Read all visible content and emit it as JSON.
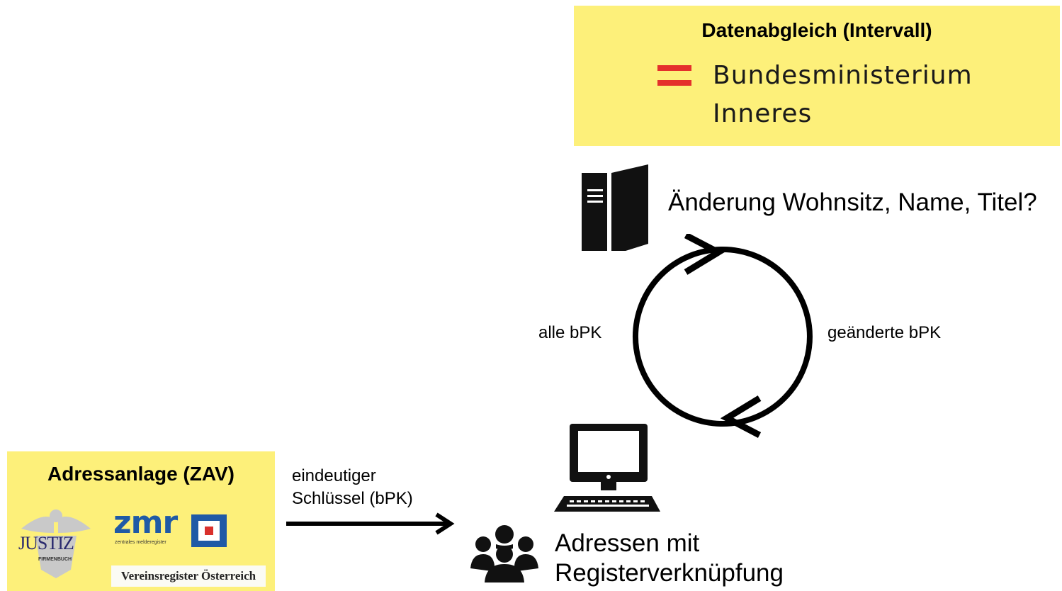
{
  "bmi_box": {
    "title": "Datenabgleich (Intervall)",
    "logo_line1": "Bundesministerium",
    "logo_line2": "Inneres",
    "flag_color": "#e4302c"
  },
  "server_question": "Änderung Wohnsitz, Name, Titel?",
  "cycle": {
    "left_label": "alle bPK",
    "right_label": "geänderte bPK"
  },
  "zav_box": {
    "title": "Adressanlage (ZAV)",
    "logos": {
      "justiz": "JUSTIZ",
      "justiz_sub": "FIRMENBUCH",
      "zmr": "zmr",
      "zmr_sub": "zentrales melderegister",
      "verein": "Vereinsregister Österreich"
    }
  },
  "arrow_label": {
    "line1": "eindeutiger",
    "line2": "Schlüssel (bPK)"
  },
  "target": {
    "line1": "Adressen mit",
    "line2": "Registerverknüpfung"
  },
  "colors": {
    "box_fill": "#fdf07a",
    "zmr_blue": "#1f5aa6",
    "zmr_red": "#d9302c"
  },
  "icons": [
    "server-icon",
    "computer-icon",
    "users-icon",
    "cycle-arrows-icon",
    "right-arrow-icon"
  ]
}
